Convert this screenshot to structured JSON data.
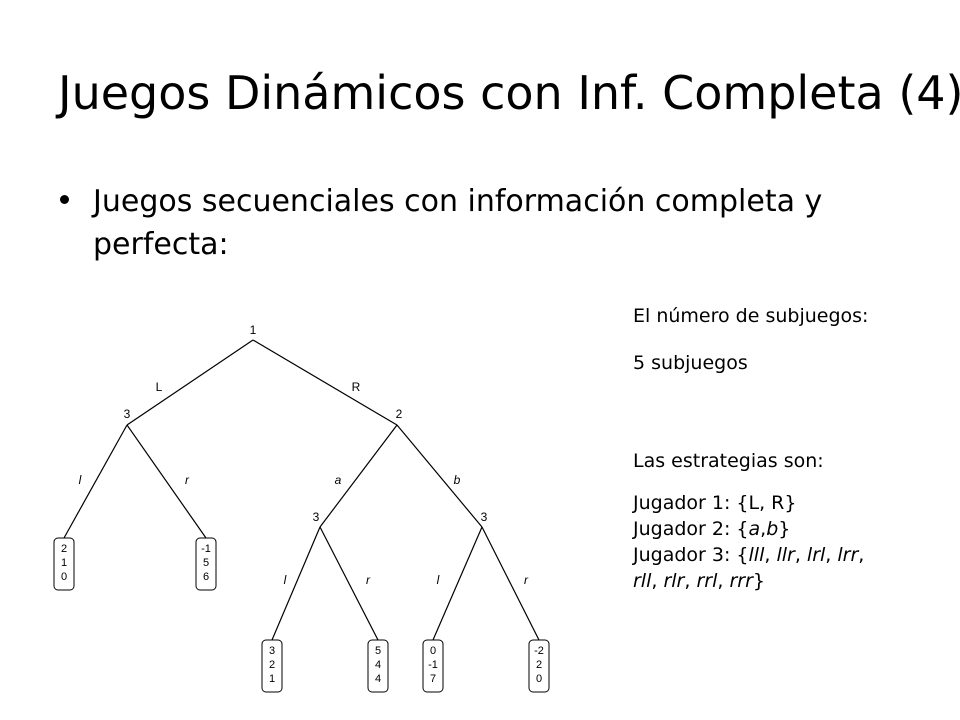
{
  "slide": {
    "title": "Juegos Dinámicos con Inf. Completa (4)",
    "bullet": "Juegos secuenciales con información completa y perfecta:"
  },
  "side": {
    "subgames_label": "El número de subjuegos:",
    "subgames_value": "5 subjuegos",
    "strategies_label": "Las estrategias son:",
    "player1_strategies": "Jugador 1: {L, R}",
    "player2_strategies": "Jugador 2: {a,b}",
    "player3_line1": "Jugador 3: {lll, llr, lrl, lrr,",
    "player3_line2": "rll, rlr, rrl, rrr}"
  },
  "tree": {
    "nodes": {
      "root_player": "1",
      "left_player": "3",
      "right_player": "2",
      "right_a_player": "3",
      "right_b_player": "3"
    },
    "edges": {
      "root_left": "L",
      "root_right": "R",
      "left_l": "l",
      "left_r": "r",
      "right_a": "a",
      "right_b": "b",
      "a_l": "l",
      "a_r": "r",
      "b_l": "l",
      "b_r": "r"
    },
    "payoffs": [
      [
        "2",
        "1",
        "0"
      ],
      [
        "-1",
        "5",
        "6"
      ],
      [
        "3",
        "2",
        "1"
      ],
      [
        "5",
        "4",
        "4"
      ],
      [
        "0",
        "-1",
        "7"
      ],
      [
        "-2",
        "2",
        "0"
      ]
    ]
  }
}
